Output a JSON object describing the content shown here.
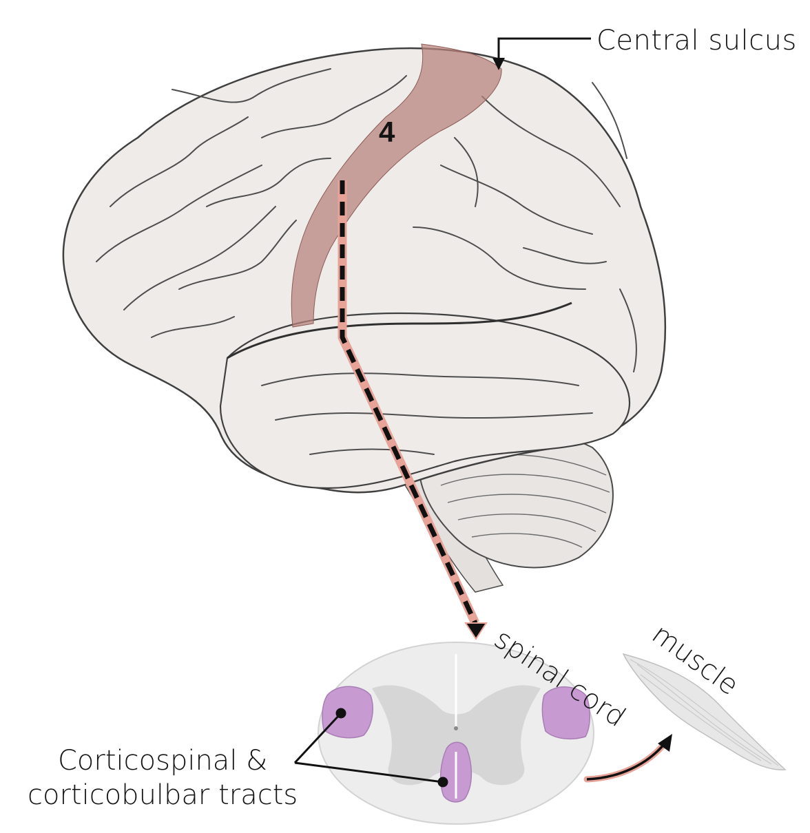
{
  "labels": {
    "central_sulcus": "Central sulcus",
    "area_number": "4",
    "spinal_cord": "spinal cord",
    "muscle": "muscle",
    "tracts_line1": "Corticospinal &",
    "tracts_line2": "corticobulbar tracts"
  },
  "colors": {
    "motor_cortex": "#b8817c",
    "tract_pink": "#e8a399",
    "tract_purple": "#c79bd2",
    "brain_fill": "#eeebe9",
    "brain_line": "#4a4a4a",
    "grey_matter": "#d6d6d6",
    "white_matter": "#ededed"
  }
}
